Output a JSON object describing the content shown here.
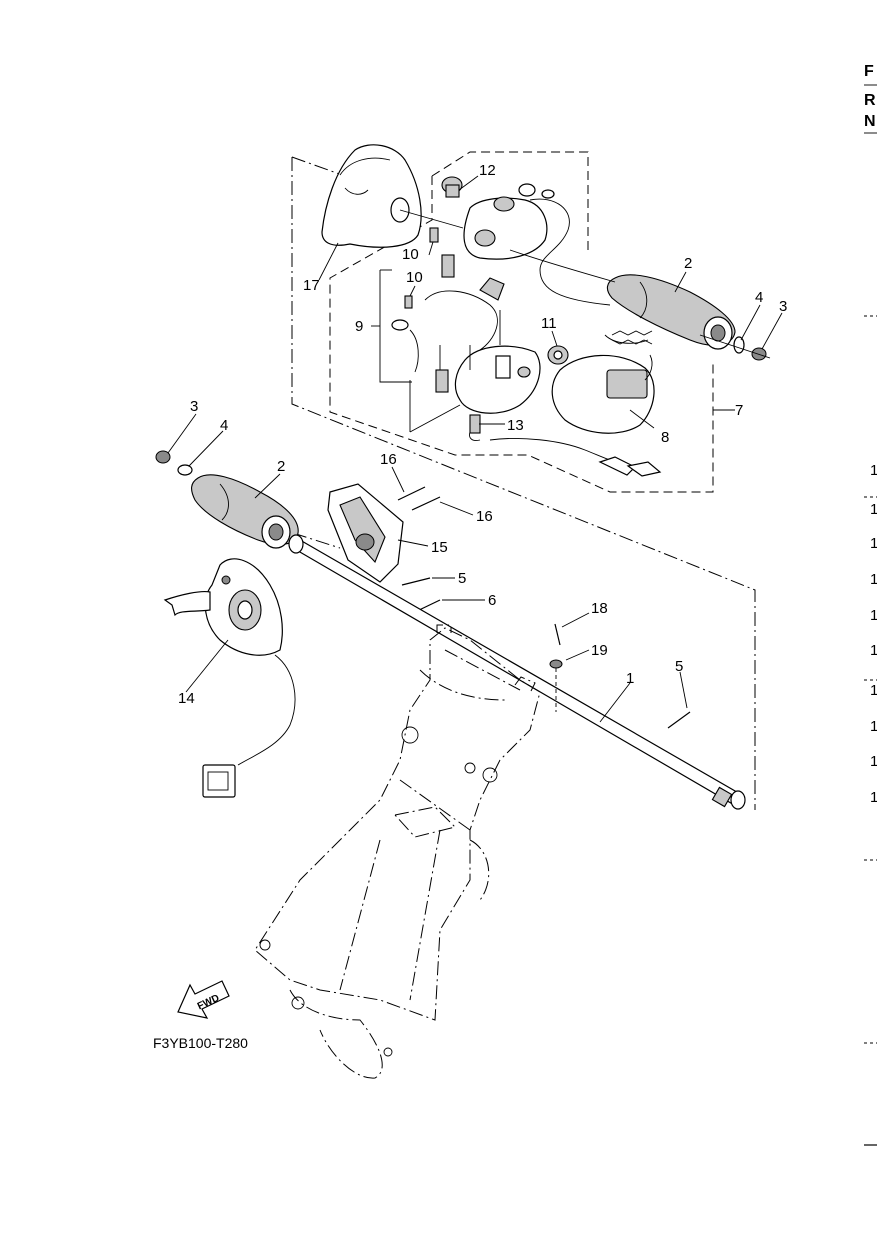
{
  "figure_code": "F3YB100-T280",
  "fwd_arrow_label": "FWD",
  "edge_letters": [
    "F",
    "R",
    "N"
  ],
  "edge_numbers": [
    "1",
    "1",
    "1",
    "1",
    "1",
    "1",
    "1",
    "1",
    "1",
    "1"
  ],
  "callouts": {
    "c1": "1",
    "c2a": "2",
    "c2b": "2",
    "c3a": "3",
    "c3b": "3",
    "c4a": "4",
    "c4b": "4",
    "c5a": "5",
    "c5b": "5",
    "c6": "6",
    "c7": "7",
    "c8": "8",
    "c9": "9",
    "c10a": "10",
    "c10b": "10",
    "c11": "11",
    "c12": "12",
    "c13": "13",
    "c14": "14",
    "c15": "15",
    "c16a": "16",
    "c16b": "16",
    "c17": "17",
    "c18": "18",
    "c19": "19"
  }
}
